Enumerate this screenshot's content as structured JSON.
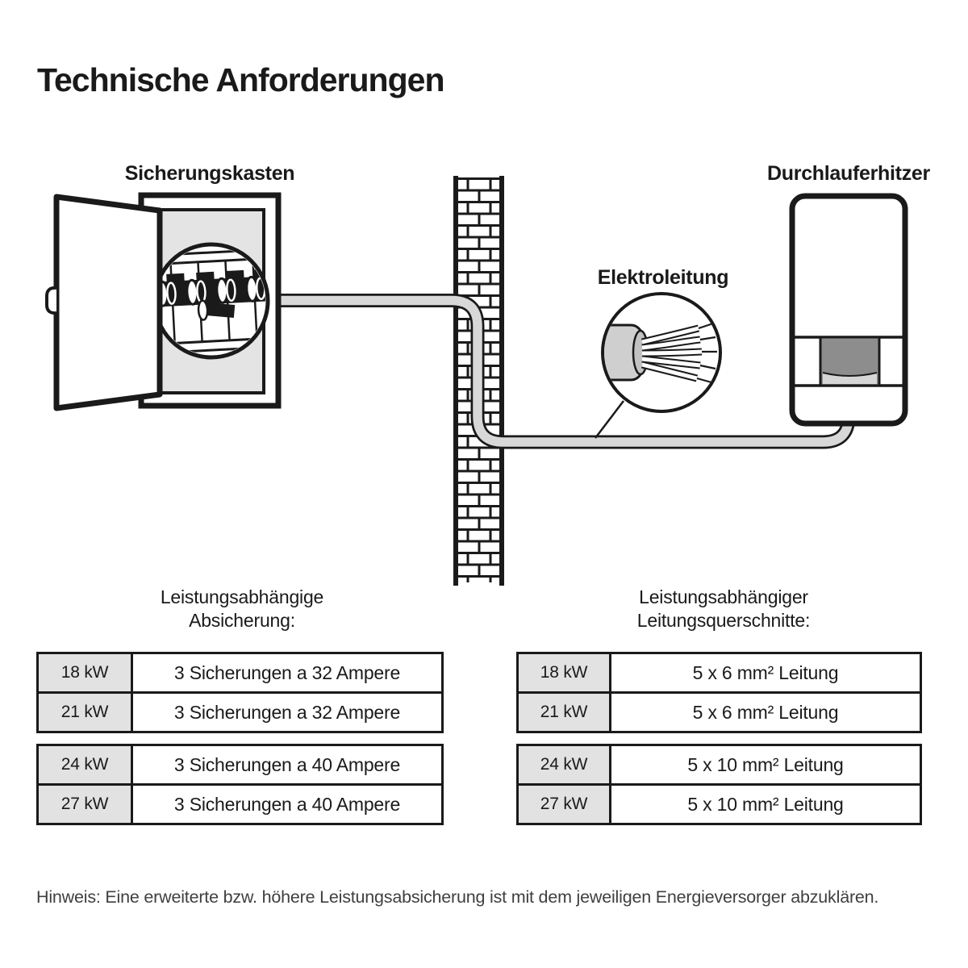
{
  "title": "Technische Anforderungen",
  "diagram": {
    "fuse_box_label": "Sicherungskasten",
    "cable_label": "Elektroleitung",
    "heater_label": "Durchlauferhitzer"
  },
  "fusing_table": {
    "heading_line1": "Leistungsabhängige",
    "heading_line2": "Absicherung:",
    "groups": [
      {
        "rows": [
          {
            "power": "18 kW",
            "spec": "3 Sicherungen a 32 Ampere"
          },
          {
            "power": "21 kW",
            "spec": "3 Sicherungen a 32 Ampere"
          }
        ]
      },
      {
        "rows": [
          {
            "power": "24 kW",
            "spec": "3 Sicherungen a 40 Ampere"
          },
          {
            "power": "27 kW",
            "spec": "3 Sicherungen a 40 Ampere"
          }
        ]
      }
    ]
  },
  "cable_table": {
    "heading_line1": "Leistungsabhängiger",
    "heading_line2": "Leitungsquerschnitte:",
    "groups": [
      {
        "rows": [
          {
            "power": "18 kW",
            "spec": "5 x 6 mm² Leitung"
          },
          {
            "power": "21 kW",
            "spec": "5 x 6 mm² Leitung"
          }
        ]
      },
      {
        "rows": [
          {
            "power": "24 kW",
            "spec": "5 x 10 mm² Leitung"
          },
          {
            "power": "27 kW",
            "spec": "5 x 10 mm² Leitung"
          }
        ]
      }
    ]
  },
  "note": "Hinweis: Eine erweiterte bzw. höhere Leistungsabsicherung ist mit dem jeweiligen Energieversorger abzuklären.",
  "colors": {
    "ink": "#1a1a1a",
    "cable_gray": "#d8d8d8",
    "fuse_panel_gray": "#e4e4e4",
    "table_cell_gray": "#e2e2e2",
    "heater_display_dark": "#8d8d8d",
    "heater_display_light": "#d6d6d6"
  }
}
